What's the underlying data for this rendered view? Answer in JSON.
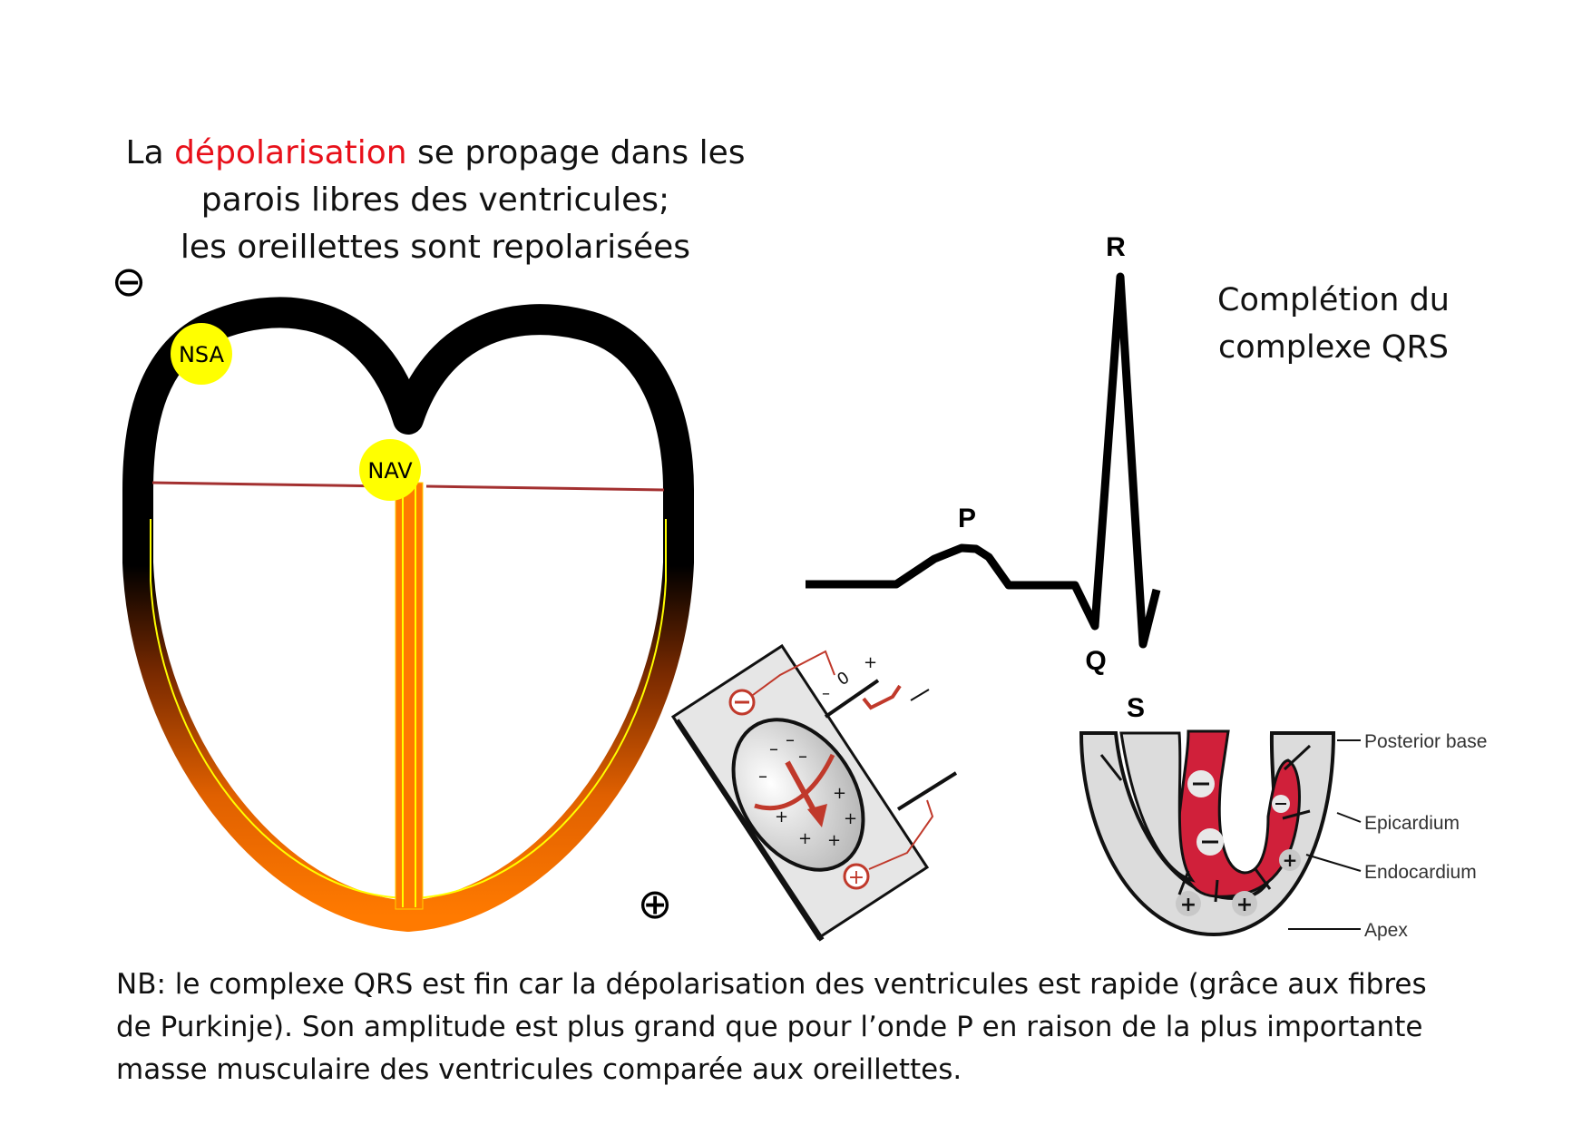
{
  "title": {
    "prefix": "La ",
    "highlight": "dépolarisation",
    "suffix": " se propage dans les",
    "line2": "parois libres des ventricules;",
    "line3": "les oreillettes sont repolarisées"
  },
  "electrodes": {
    "negative": "⊖",
    "positive": "⊕"
  },
  "heart": {
    "nsa_label": "NSA",
    "nav_label": "NAV"
  },
  "ecg": {
    "p": "P",
    "q": "Q",
    "r": "R",
    "s": "S"
  },
  "completion": {
    "line1": "Complétion du",
    "line2": "complexe QRS"
  },
  "vector_panel": {
    "scale_zero": "0",
    "plus": "+",
    "minus": "–"
  },
  "ventricle_panel": {
    "posterior_base": "Posterior base",
    "epicardium": "Epicardium",
    "endocardium": "Endocardium",
    "apex": "Apex"
  },
  "nb": {
    "line1": "NB: le complexe QRS est fin car la dépolarisation des ventricules est rapide (grâce aux fibres",
    "line2": "de Purkinje). Son amplitude est plus grand que pour l’onde P en raison de la plus importante",
    "line3": "masse musculaire des ventricules comparée aux oreillettes."
  },
  "colors": {
    "heart_top": "#000000",
    "heart_bottom": "#ff7a00",
    "node_yellow": "#ffff00",
    "ecg_line": "#000000",
    "accent_red": "#e8101a",
    "endocardium_red": "#d0203a",
    "vector_red": "#c0392b"
  }
}
